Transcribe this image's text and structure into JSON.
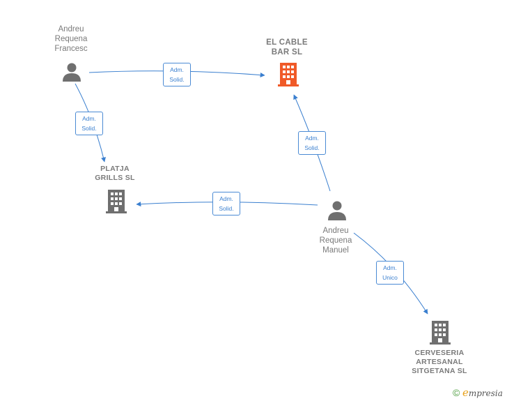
{
  "nodes": {
    "andreu_francesc": {
      "lines": [
        "Andreu",
        "Requena",
        "Francesc"
      ],
      "type": "person"
    },
    "el_cable_bar": {
      "lines": [
        "EL CABLE",
        "BAR SL"
      ],
      "type": "company",
      "color": "#f05a28"
    },
    "platja_grills": {
      "lines": [
        "PLATJA",
        "GRILLS SL"
      ],
      "type": "company",
      "color": "#6f6f6f"
    },
    "andreu_manuel": {
      "lines": [
        "Andreu",
        "Requena",
        "Manuel"
      ],
      "type": "person"
    },
    "cerveseria": {
      "lines": [
        "CERVESERIA",
        "ARTESANAL",
        "SITGETANA SL"
      ],
      "type": "company",
      "color": "#6f6f6f"
    }
  },
  "edges": {
    "e1": [
      "Adm.",
      "Solid."
    ],
    "e2": [
      "Adm.",
      "Solid."
    ],
    "e3": [
      "Adm.",
      "Solid."
    ],
    "e4": [
      "Adm.",
      "Solid."
    ],
    "e5": [
      "Adm.",
      "Unico"
    ]
  },
  "brand": {
    "copyright": "©",
    "e": "e",
    "rest": "mpresia"
  },
  "colors": {
    "edge": "#3a7fcf",
    "person": "#6f6f6f",
    "label": "#7a7a7a"
  }
}
